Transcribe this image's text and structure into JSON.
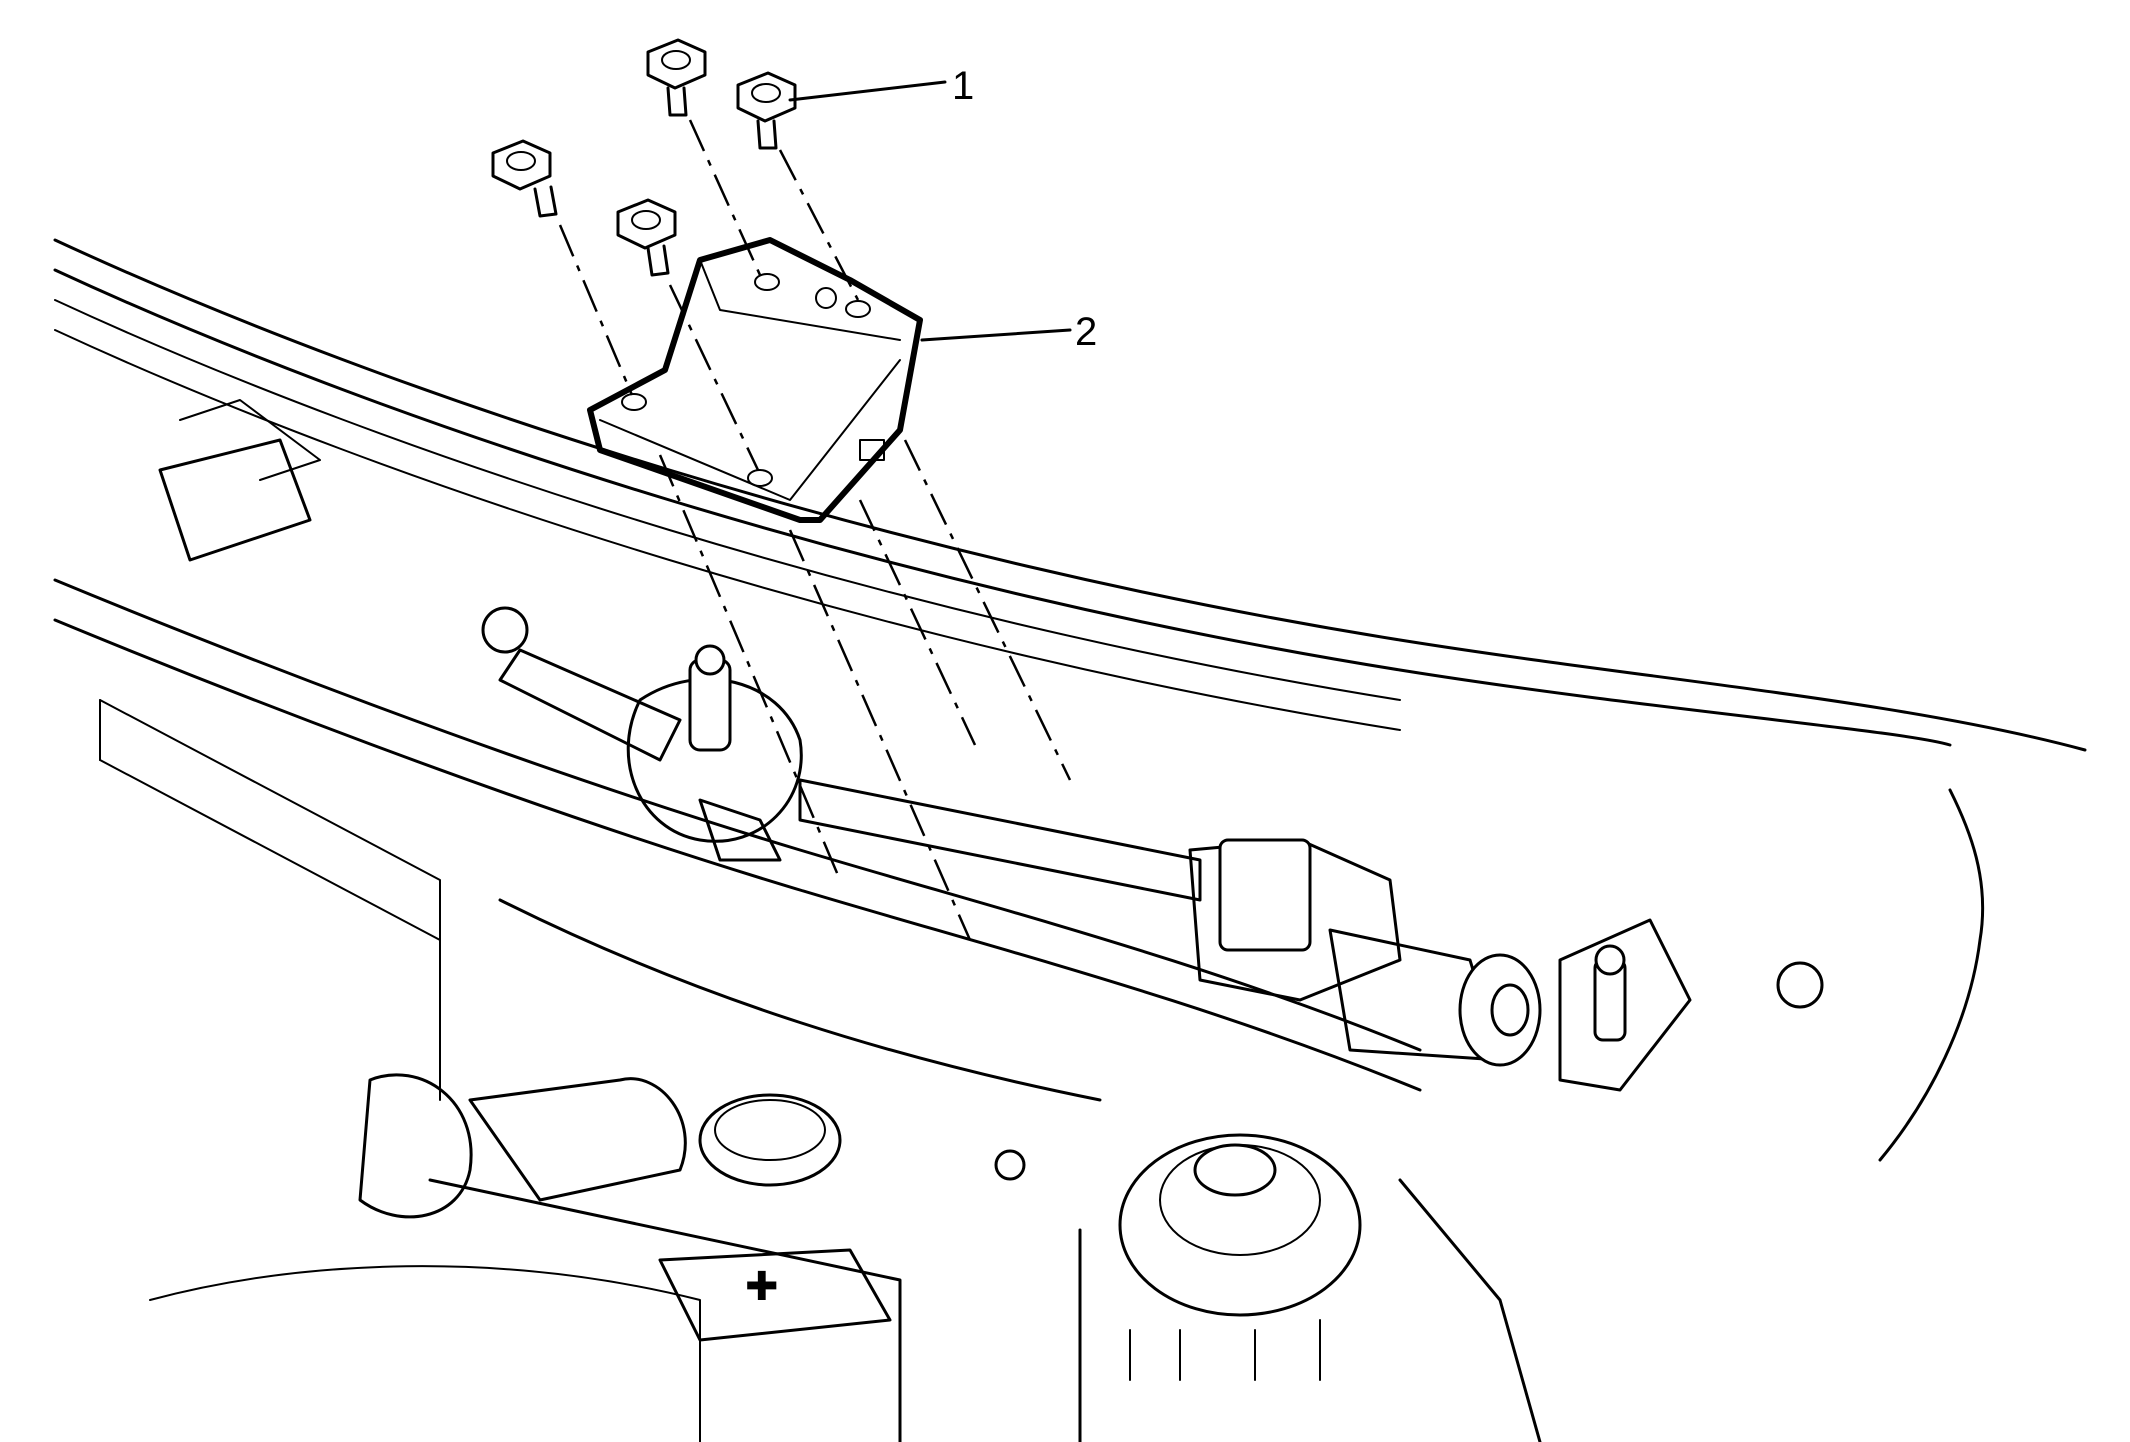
{
  "diagram": {
    "callouts": [
      {
        "id": "1",
        "label": "1",
        "part": "bolts"
      },
      {
        "id": "2",
        "label": "2",
        "part": "bracket"
      }
    ]
  }
}
